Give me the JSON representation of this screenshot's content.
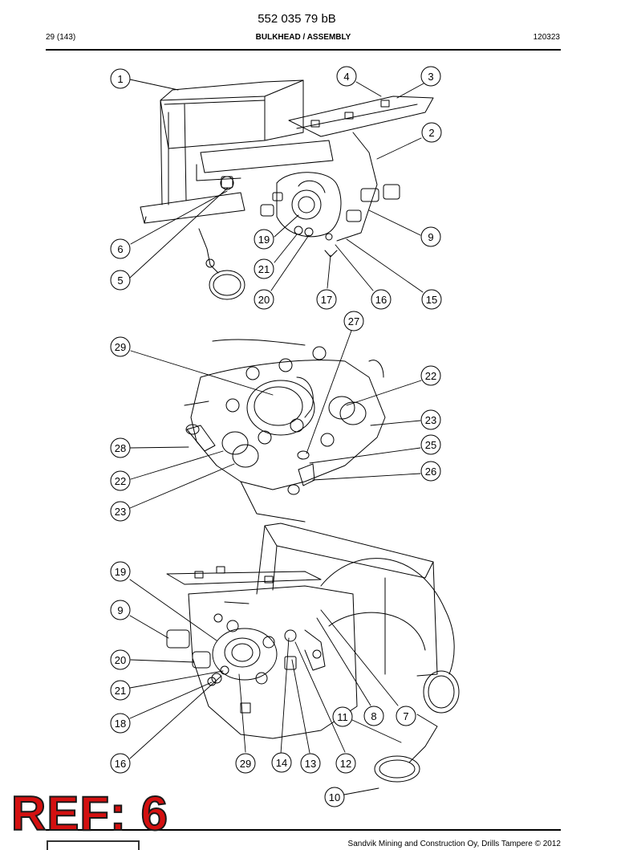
{
  "header": {
    "doc_number": "552 035 79 bB",
    "page": "29 (143)",
    "section_title": "BULKHEAD / ASSEMBLY",
    "revision": "120323"
  },
  "footer": {
    "copyright": "Sandvik Mining and Construction Oy, Drills Tampere © 2012"
  },
  "ref_badge": "REF: 6",
  "callouts": {
    "view1": [
      "1",
      "4",
      "3",
      "2",
      "9",
      "19",
      "6",
      "21",
      "5",
      "20",
      "17",
      "16",
      "15"
    ],
    "view2": [
      "27",
      "29",
      "22",
      "23",
      "28",
      "25",
      "22",
      "26",
      "23"
    ],
    "view3": [
      "19",
      "9",
      "20",
      "21",
      "18",
      "16",
      "11",
      "8",
      "7",
      "29",
      "14",
      "13",
      "12",
      "10"
    ]
  }
}
